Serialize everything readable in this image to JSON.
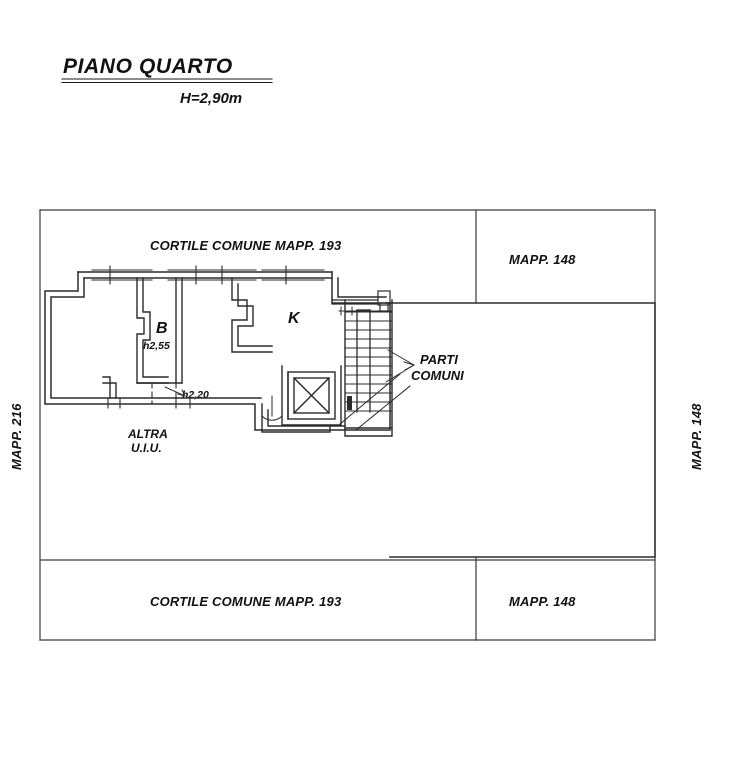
{
  "drawing": {
    "title": "PIANO QUARTO",
    "height_note": "H=2,90m",
    "type": "architectural-floor-plan"
  },
  "labels": {
    "courtyard_top": "CORTILE COMUNE MAPP. 193",
    "courtyard_bottom": "CORTILE COMUNE MAPP. 193",
    "parcel_top_right": "MAPP. 148",
    "parcel_bottom_right": "MAPP. 148",
    "parcel_left_vertical": "MAPP. 216",
    "parcel_right_vertical": "MAPP. 148",
    "room_b": "B",
    "room_b_height": "h2,55",
    "room_k": "K",
    "height_note_corridor": "h2,20",
    "other_unit_line1": "ALTRA",
    "other_unit_line2": "U.I.U.",
    "common_parts_line1": "PARTI",
    "common_parts_line2": "COMUNI"
  },
  "colors": {
    "ink": "#1a1a1a",
    "wall": "#2b2b2b",
    "thin": "#555555",
    "background": "#ffffff"
  },
  "features": {
    "stair_tread_count": 13,
    "elevator_symbol": "crossed-box",
    "windows_on_top_wall": 4
  }
}
